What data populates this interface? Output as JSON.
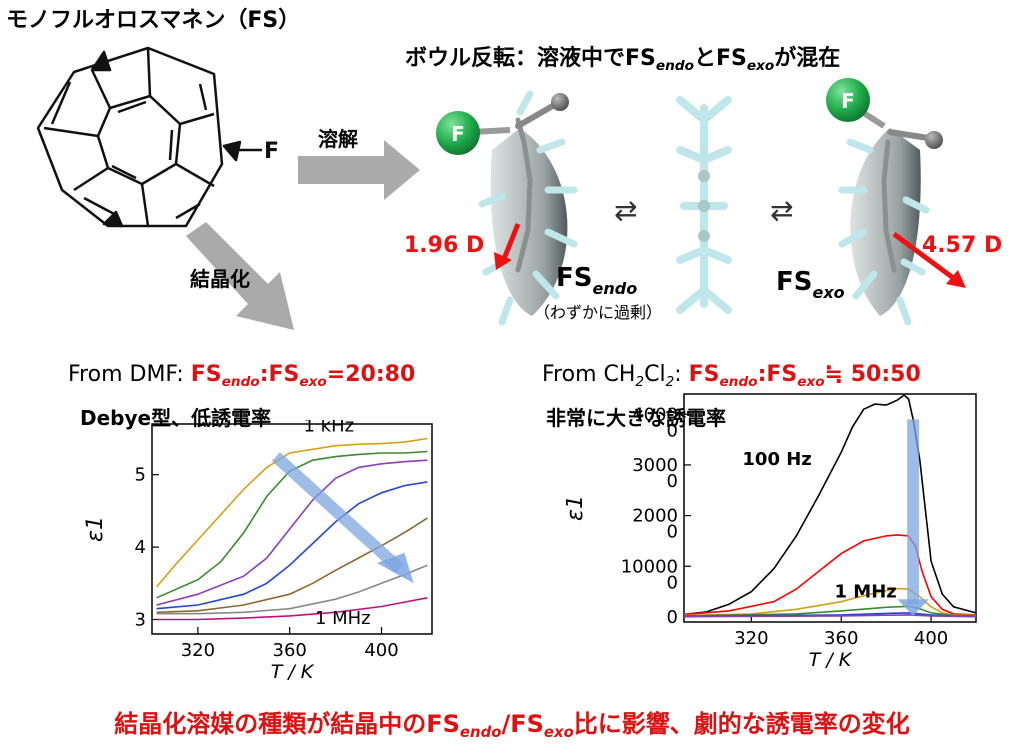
{
  "header": {
    "compound_title": "モノフルオロスマネン（FS）",
    "bowl_title_prefix": "ボウル反転：溶液中で",
    "fs": "FS",
    "endo": "endo",
    "exo": "exo",
    "to": "と",
    "bowl_title_suffix": "が混在"
  },
  "molecule": {
    "f_label": "F"
  },
  "arrows": {
    "dissolve": "溶解",
    "crystallize": "結晶化",
    "equilibrium": "⇄"
  },
  "structures": {
    "f_ball": "F",
    "endo_dipole": "1.96 D",
    "exo_dipole": "4.57 D",
    "endo_note": "（わずかに過剰）"
  },
  "panels": {
    "left": {
      "from_prefix": "From DMF: ",
      "ratio": ":",
      "ratio_value": "=20:80",
      "description": "Debye型、低誘電率"
    },
    "right": {
      "from_prefix": "From CH",
      "from_2a": "2",
      "from_cl": "Cl",
      "from_2b": "2",
      "from_colon": ": ",
      "ratio": ":",
      "ratio_value": "≒ 50:50",
      "description": "非常に大きな誘電率"
    }
  },
  "conclusion": {
    "prefix": "結晶化溶媒の種類が結晶中の",
    "slash": "/",
    "suffix": "比に影響、劇的な誘電率の変化"
  },
  "colors": {
    "accent_red": "#dd1111",
    "arrow_blue": "#7ea6e0"
  },
  "chart_data": [
    {
      "type": "line",
      "xlabel": "T / K",
      "ylabel": "ε1",
      "xlim": [
        300,
        422
      ],
      "ylim": [
        2.8,
        5.7
      ],
      "x_ticks": [
        320,
        360,
        400
      ],
      "y_ticks": [
        3,
        4,
        5
      ],
      "annotations": [
        "1 kHz",
        "1 MHz"
      ],
      "series": [
        {
          "color": "#d4a017",
          "x": [
            302,
            310,
            320,
            330,
            340,
            350,
            360,
            370,
            380,
            390,
            400,
            410,
            420
          ],
          "values": [
            3.45,
            3.75,
            4.1,
            4.45,
            4.8,
            5.1,
            5.3,
            5.35,
            5.4,
            5.42,
            5.43,
            5.45,
            5.5
          ]
        },
        {
          "color": "#3a8a2e",
          "x": [
            302,
            320,
            330,
            340,
            350,
            360,
            370,
            380,
            390,
            400,
            410,
            420
          ],
          "values": [
            3.3,
            3.55,
            3.8,
            4.2,
            4.7,
            5.05,
            5.2,
            5.25,
            5.28,
            5.3,
            5.3,
            5.32
          ]
        },
        {
          "color": "#8a3fb8",
          "x": [
            302,
            320,
            340,
            350,
            360,
            370,
            380,
            390,
            400,
            410,
            420
          ],
          "values": [
            3.2,
            3.35,
            3.6,
            3.85,
            4.25,
            4.65,
            4.95,
            5.1,
            5.15,
            5.18,
            5.2
          ]
        },
        {
          "color": "#2244dd",
          "x": [
            302,
            320,
            340,
            350,
            360,
            370,
            380,
            390,
            400,
            410,
            420
          ],
          "values": [
            3.15,
            3.2,
            3.35,
            3.5,
            3.75,
            4.05,
            4.35,
            4.6,
            4.75,
            4.85,
            4.9
          ]
        },
        {
          "color": "#8a6a2e",
          "x": [
            302,
            320,
            340,
            360,
            370,
            380,
            390,
            400,
            410,
            420
          ],
          "values": [
            3.1,
            3.12,
            3.2,
            3.35,
            3.5,
            3.68,
            3.85,
            4.02,
            4.2,
            4.4
          ]
        },
        {
          "color": "#888888",
          "x": [
            302,
            320,
            340,
            360,
            380,
            390,
            400,
            410,
            420
          ],
          "values": [
            3.08,
            3.08,
            3.1,
            3.15,
            3.28,
            3.38,
            3.5,
            3.62,
            3.75
          ]
        },
        {
          "color": "#c01080",
          "x": [
            302,
            320,
            340,
            360,
            380,
            400,
            410,
            420
          ],
          "values": [
            3.0,
            3.0,
            3.02,
            3.05,
            3.1,
            3.18,
            3.24,
            3.3
          ]
        }
      ]
    },
    {
      "type": "line",
      "xlabel": "T / K",
      "ylabel": "ε1",
      "xlim": [
        290,
        420
      ],
      "ylim": [
        -100,
        4400
      ],
      "x_ticks": [
        320,
        360,
        400
      ],
      "y_ticks": [
        0,
        1000,
        2000,
        3000,
        4000
      ],
      "y_tick_labels": [
        "0",
        "10000",
        "2000",
        "3000",
        "4000"
      ],
      "y_tick_overlap_label": "0",
      "annotations": [
        "100 Hz",
        "1 MHz"
      ],
      "series": [
        {
          "color": "#000000",
          "x": [
            290,
            300,
            310,
            320,
            330,
            340,
            350,
            360,
            365,
            370,
            375,
            380,
            385,
            388,
            390,
            392,
            395,
            398,
            400,
            405,
            410,
            420
          ],
          "values": [
            50,
            100,
            250,
            500,
            950,
            1600,
            2400,
            3250,
            3750,
            4100,
            4200,
            4180,
            4280,
            4380,
            4300,
            3900,
            3100,
            1900,
            1100,
            450,
            200,
            80
          ]
        },
        {
          "color": "#ff0000",
          "x": [
            290,
            310,
            330,
            340,
            350,
            360,
            370,
            380,
            385,
            390,
            393,
            396,
            400,
            405,
            410,
            420
          ],
          "values": [
            50,
            120,
            300,
            550,
            900,
            1250,
            1500,
            1600,
            1620,
            1600,
            1400,
            900,
            400,
            150,
            60,
            40
          ]
        },
        {
          "color": "#d4a017",
          "x": [
            290,
            320,
            340,
            360,
            370,
            380,
            385,
            390,
            395,
            400,
            405,
            410,
            420
          ],
          "values": [
            30,
            60,
            150,
            300,
            420,
            520,
            560,
            550,
            400,
            200,
            80,
            40,
            30
          ]
        },
        {
          "color": "#3a8a2e",
          "x": [
            290,
            340,
            360,
            380,
            390,
            395,
            400,
            410,
            420
          ],
          "values": [
            20,
            60,
            120,
            190,
            210,
            160,
            80,
            30,
            20
          ]
        },
        {
          "color": "#2244dd",
          "x": [
            290,
            360,
            380,
            390,
            400,
            410,
            420
          ],
          "values": [
            10,
            40,
            70,
            80,
            40,
            15,
            10
          ]
        },
        {
          "color": "#8a3fb8",
          "x": [
            290,
            360,
            380,
            390,
            400,
            420
          ],
          "values": [
            5,
            20,
            35,
            40,
            20,
            5
          ]
        }
      ]
    }
  ]
}
